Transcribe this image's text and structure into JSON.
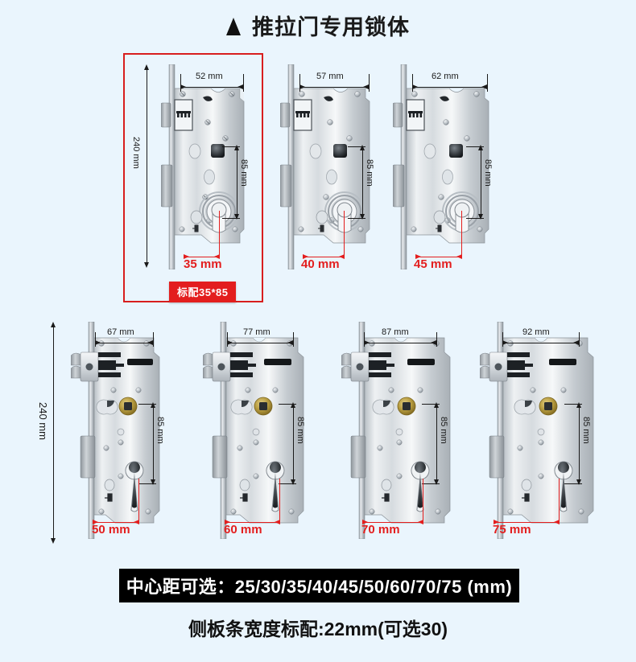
{
  "header": {
    "marker": "triangle-up",
    "title": "推拉门专用锁体"
  },
  "highlight": {
    "badge_label": "标配35*85",
    "border_color": "#d81e1e",
    "badge_color": "#e31e1e"
  },
  "common": {
    "height_label": "240 mm",
    "backset_label": "85 mm",
    "unit": "mm"
  },
  "row1": {
    "height_label": "240 mm",
    "locks": [
      {
        "width_label": "52 mm",
        "backset_label": "85 mm",
        "center_label": "35 mm",
        "highlighted": true
      },
      {
        "width_label": "57 mm",
        "backset_label": "85 mm",
        "center_label": "40 mm",
        "highlighted": false
      },
      {
        "width_label": "62 mm",
        "backset_label": "85 mm",
        "center_label": "45 mm",
        "highlighted": false
      }
    ]
  },
  "row2": {
    "height_label": "240 mm",
    "locks": [
      {
        "width_label": "67 mm",
        "backset_label": "85 mm",
        "center_label": "50 mm"
      },
      {
        "width_label": "77 mm",
        "backset_label": "85 mm",
        "center_label": "60 mm"
      },
      {
        "width_label": "87 mm",
        "backset_label": "85 mm",
        "center_label": "70 mm"
      },
      {
        "width_label": "92 mm",
        "backset_label": "85 mm",
        "center_label": "75 mm"
      }
    ]
  },
  "footer": {
    "banner_text": "中心距可选：25/30/35/40/45/50/60/70/75 (mm)",
    "note_text": "侧板条宽度标配:22mm(可选30)"
  },
  "colors": {
    "background": "#eaf5fd",
    "accent_red": "#e31e1e",
    "banner_bg": "#000000",
    "metal_light": "#f2f4f6",
    "metal_mid": "#c9ced3",
    "metal_dark": "#8f969d",
    "brass": "#b59a3e"
  }
}
